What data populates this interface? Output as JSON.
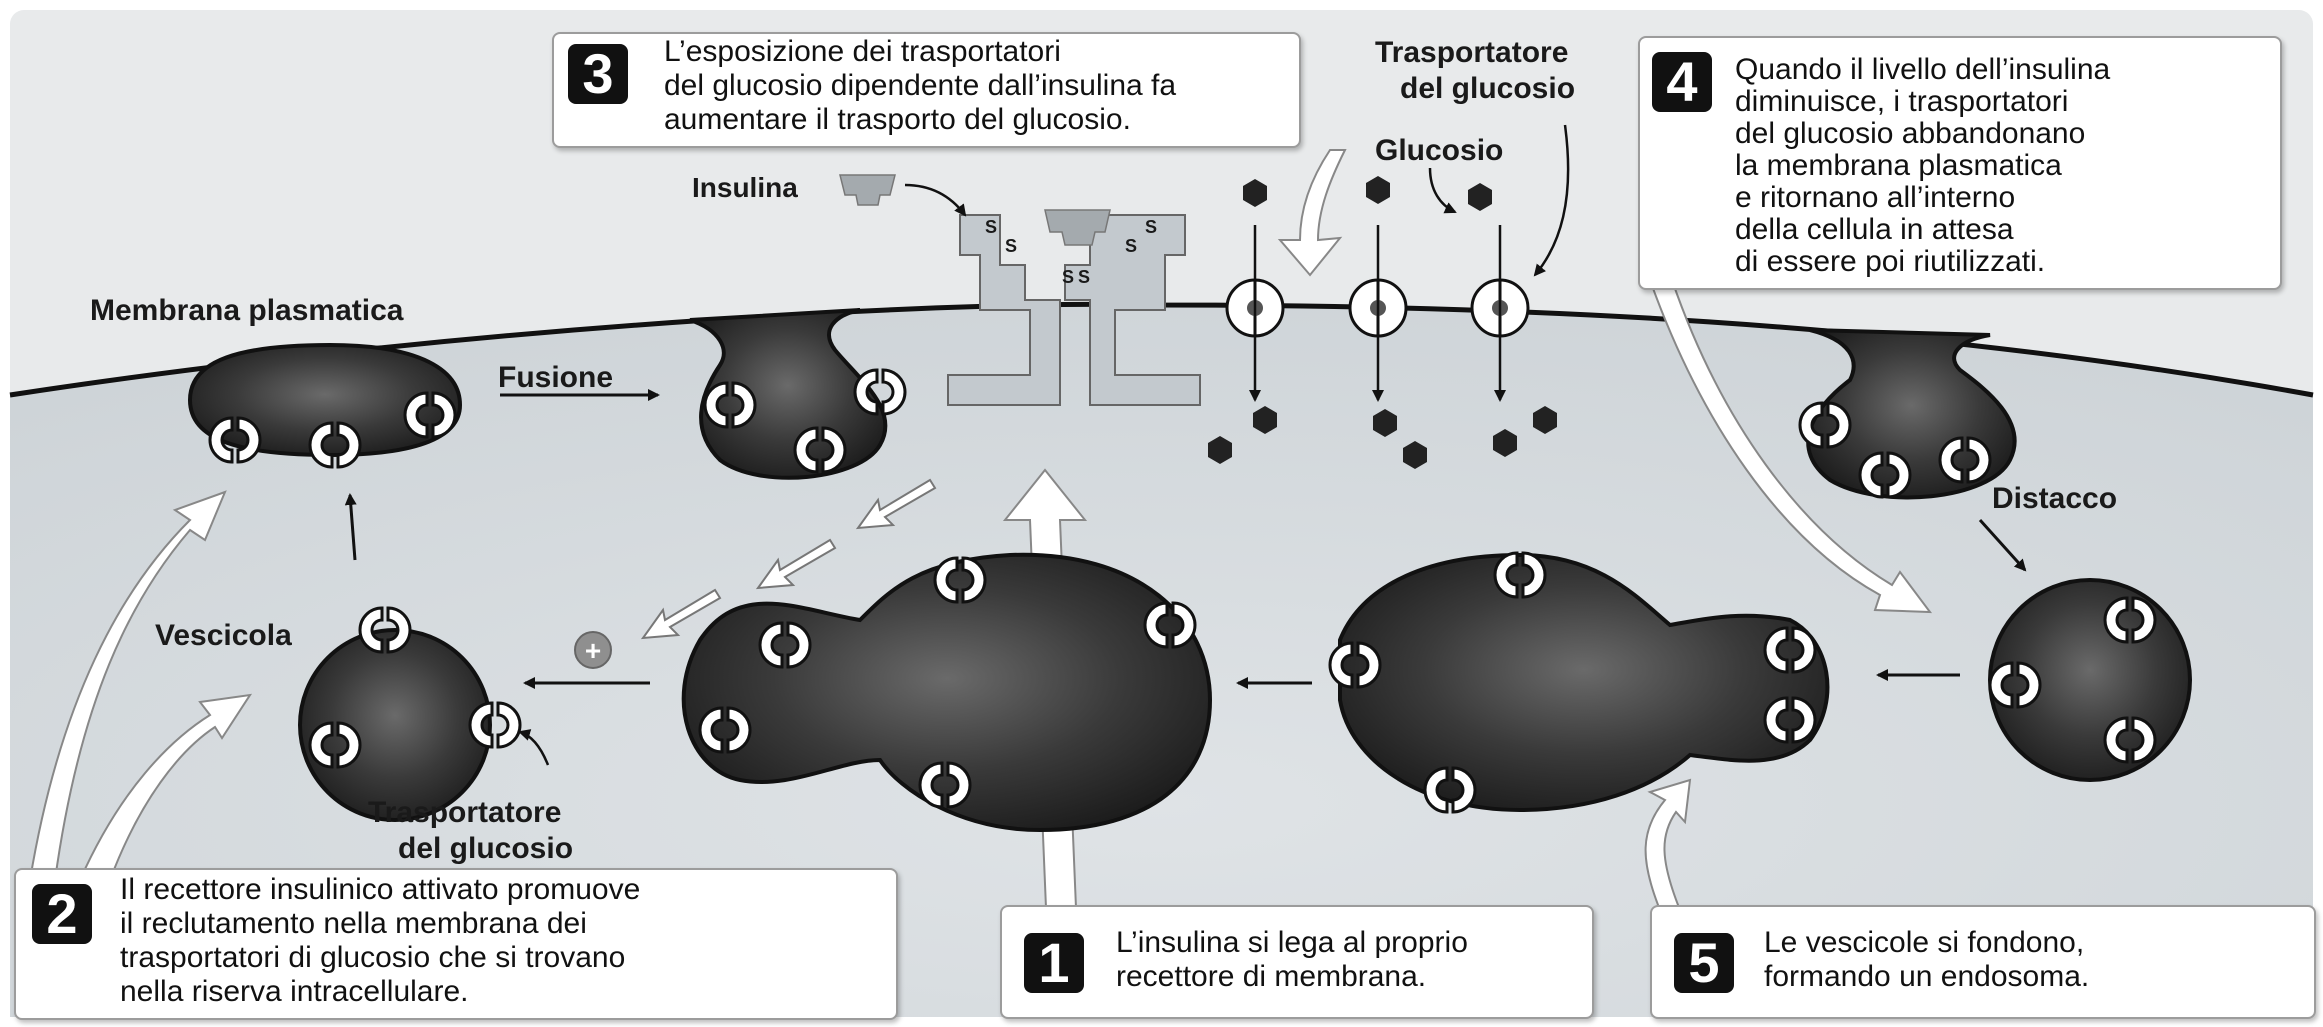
{
  "labels": {
    "membrane": "Membrana plasmatica",
    "fusion": "Fusione",
    "vesicle": "Vescicola",
    "insulin": "Insulina",
    "transporter_top_1": "Trasportatore",
    "transporter_top_2": "del glucosio",
    "glucose": "Glucosio",
    "transporter_bottom_1": "Trasportatore",
    "transporter_bottom_2": "del glucosio",
    "detach": "Distacco",
    "sulfur": "S",
    "plus": "+"
  },
  "steps": [
    {
      "number": "1",
      "lines": [
        "L’insulina si lega al proprio",
        "recettore di membrana."
      ]
    },
    {
      "number": "2",
      "lines": [
        "Il recettore insulinico attivato promuove",
        "il reclutamento nella membrana dei",
        "trasportatori di glucosio che si trovano",
        "nella riserva intracellulare."
      ]
    },
    {
      "number": "3",
      "lines": [
        "L’esposizione dei trasportatori",
        "del glucosio dipendente dall’insulina fa",
        "aumentare il trasporto del glucosio."
      ]
    },
    {
      "number": "4",
      "lines": [
        "Quando il livello dell’insulina",
        "diminuisce, i trasportatori",
        "del glucosio abbandonano",
        "la membrana plasmatica",
        "e ritornano all’interno",
        "della cellula in attesa",
        "di essere poi riutilizzati."
      ]
    },
    {
      "number": "5",
      "lines": [
        "Le vescicole si fondono,",
        "formando un endosoma."
      ]
    }
  ],
  "colors": {
    "cell": "#dadfe2",
    "outside": "#e9ebec",
    "vesicle_dark": "#2e2e2e",
    "receptor": "#c3c9ce",
    "glucose": "#222222"
  }
}
